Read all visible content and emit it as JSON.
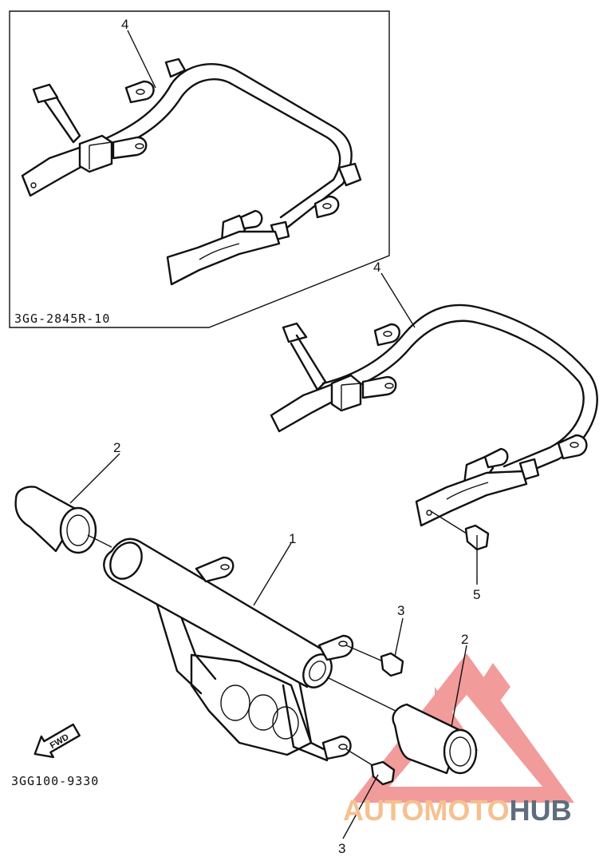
{
  "inset": {
    "part_code": "3GG-2845R-10"
  },
  "main": {
    "part_code": "3GG100-9330"
  },
  "fwd_arrow": {
    "label": "FWD"
  },
  "callouts": {
    "inset_4": "4",
    "main_4": "4",
    "pad_left_2": "2",
    "pad_right_2": "2",
    "bar_1": "1",
    "bolt_3_upper": "3",
    "bolt_3_lower": "3",
    "bolt_5": "5"
  },
  "watermark": {
    "part_a": "AUTOMOTO",
    "part_b": "HUB",
    "color_a": "#f6c08f",
    "color_b": "#5d6d7e",
    "triangle_color": "#f08a8a"
  }
}
